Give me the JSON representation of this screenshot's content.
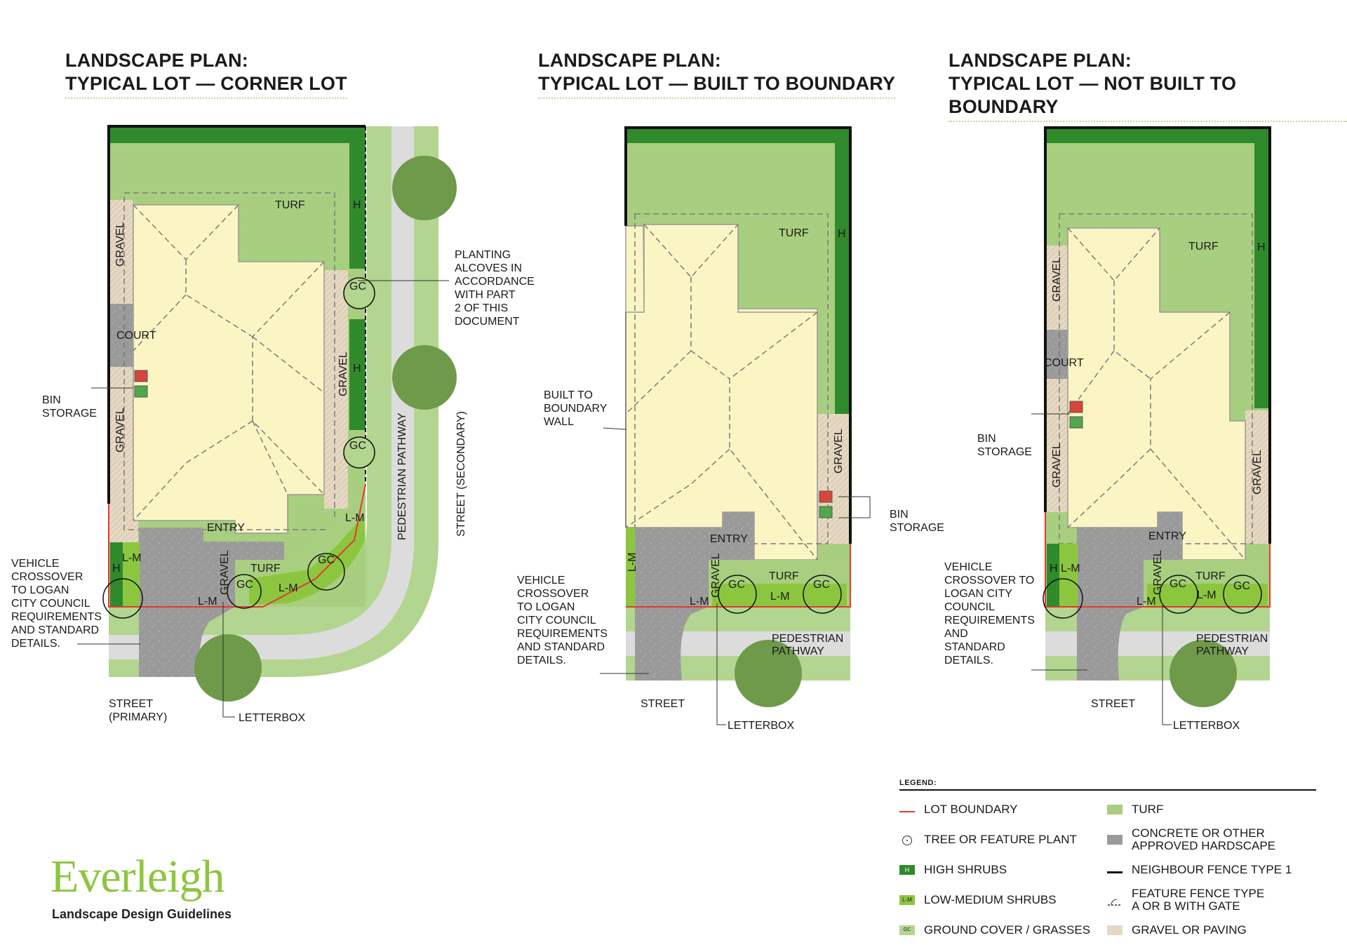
{
  "titles": [
    {
      "line1": "LANDSCAPE PLAN:",
      "line2": "TYPICAL LOT — CORNER LOT"
    },
    {
      "line1": "LANDSCAPE PLAN:",
      "line2": "TYPICAL LOT — BUILT TO BOUNDARY"
    },
    {
      "line1": "LANDSCAPE PLAN:",
      "line2": "TYPICAL LOT — NOT BUILT TO BOUNDARY"
    }
  ],
  "plan1": {
    "turf": "TURF",
    "h": "H",
    "gravel": "GRAVEL",
    "gc": "GC",
    "lm": "L-M",
    "court": "COURT",
    "entry": "ENTRY",
    "planting": [
      "PLANTING",
      "ALCOVES IN",
      "ACCORDANCE",
      "WITH PART",
      "2 OF THIS",
      "DOCUMENT"
    ],
    "bin": [
      "BIN",
      "STORAGE"
    ],
    "vehicle": [
      "VEHICLE",
      "CROSSOVER",
      "TO LOGAN",
      "CITY COUNCIL",
      "REQUIREMENTS",
      "AND STANDARD",
      "DETAILS."
    ],
    "street_primary": [
      "STREET",
      "(PRIMARY)"
    ],
    "letterbox": "LETTERBOX",
    "ped_path": "PEDESTRIAN PATHWAY",
    "street_secondary": "STREET (SECONDARY)"
  },
  "plan2": {
    "turf": "TURF",
    "h": "H",
    "gravel": "GRAVEL",
    "gc": "GC",
    "lm": "L-M",
    "entry": "ENTRY",
    "wall": [
      "BUILT TO",
      "BOUNDARY",
      "WALL"
    ],
    "bin": [
      "BIN",
      "STORAGE"
    ],
    "vehicle": [
      "VEHICLE",
      "CROSSOVER",
      "TO LOGAN",
      "CITY COUNCIL",
      "REQUIREMENTS",
      "AND STANDARD",
      "DETAILS."
    ],
    "ped_path": [
      "PEDESTRIAN",
      "PATHWAY"
    ],
    "street": "STREET",
    "letterbox": "LETTERBOX"
  },
  "plan3": {
    "turf": "TURF",
    "h": "H",
    "gravel": "GRAVEL",
    "gc": "GC",
    "lm": "L-M",
    "court": "COURT",
    "entry": "ENTRY",
    "bin": [
      "BIN",
      "STORAGE"
    ],
    "vehicle": [
      "VEHICLE",
      "CROSSOVER TO",
      "LOGAN CITY",
      "COUNCIL",
      "REQUIREMENTS",
      "AND",
      "STANDARD",
      "DETAILS."
    ],
    "ped_path": [
      "PEDESTRIAN",
      "PATHWAY"
    ],
    "street": "STREET",
    "letterbox": "LETTERBOX"
  },
  "legend": {
    "title": "LEGEND:",
    "items": [
      {
        "label": "LOT BOUNDARY",
        "icon": "red-line"
      },
      {
        "label": "TURF",
        "icon": "turf-swatch"
      },
      {
        "label": "TREE OR FEATURE PLANT",
        "icon": "tree-circle"
      },
      {
        "label": "CONCRETE OR OTHER APPROVED HARDSCAPE",
        "icon": "concrete-swatch"
      },
      {
        "label": "HIGH SHRUBS",
        "icon": "high-shrub-swatch",
        "code": "H"
      },
      {
        "label": "NEIGHBOUR FENCE TYPE 1",
        "icon": "black-line"
      },
      {
        "label": "LOW-MEDIUM SHRUBS",
        "icon": "low-shrub-swatch",
        "code": "L-M"
      },
      {
        "label": "FEATURE FENCE TYPE A OR B WITH GATE",
        "icon": "dashed-gate"
      },
      {
        "label": "GROUND COVER / GRASSES",
        "icon": "groundcover-swatch",
        "code": "GC"
      },
      {
        "label": "GRAVEL OR PAVING",
        "icon": "gravel-swatch"
      }
    ]
  },
  "brand": {
    "name": "Everleigh",
    "subtitle": "Landscape Design Guidelines"
  },
  "colors": {
    "turf": "#a8cf7f",
    "verge": "#b2d58f",
    "high_shrub": "#2f8a2c",
    "low_shrub": "#8cc63f",
    "house": "#fbf5c4",
    "concrete": "#9a9a9a",
    "gravel": "#e6d9c3",
    "lot_boundary": "#e03b2f",
    "tree": "#5d8a3c"
  }
}
